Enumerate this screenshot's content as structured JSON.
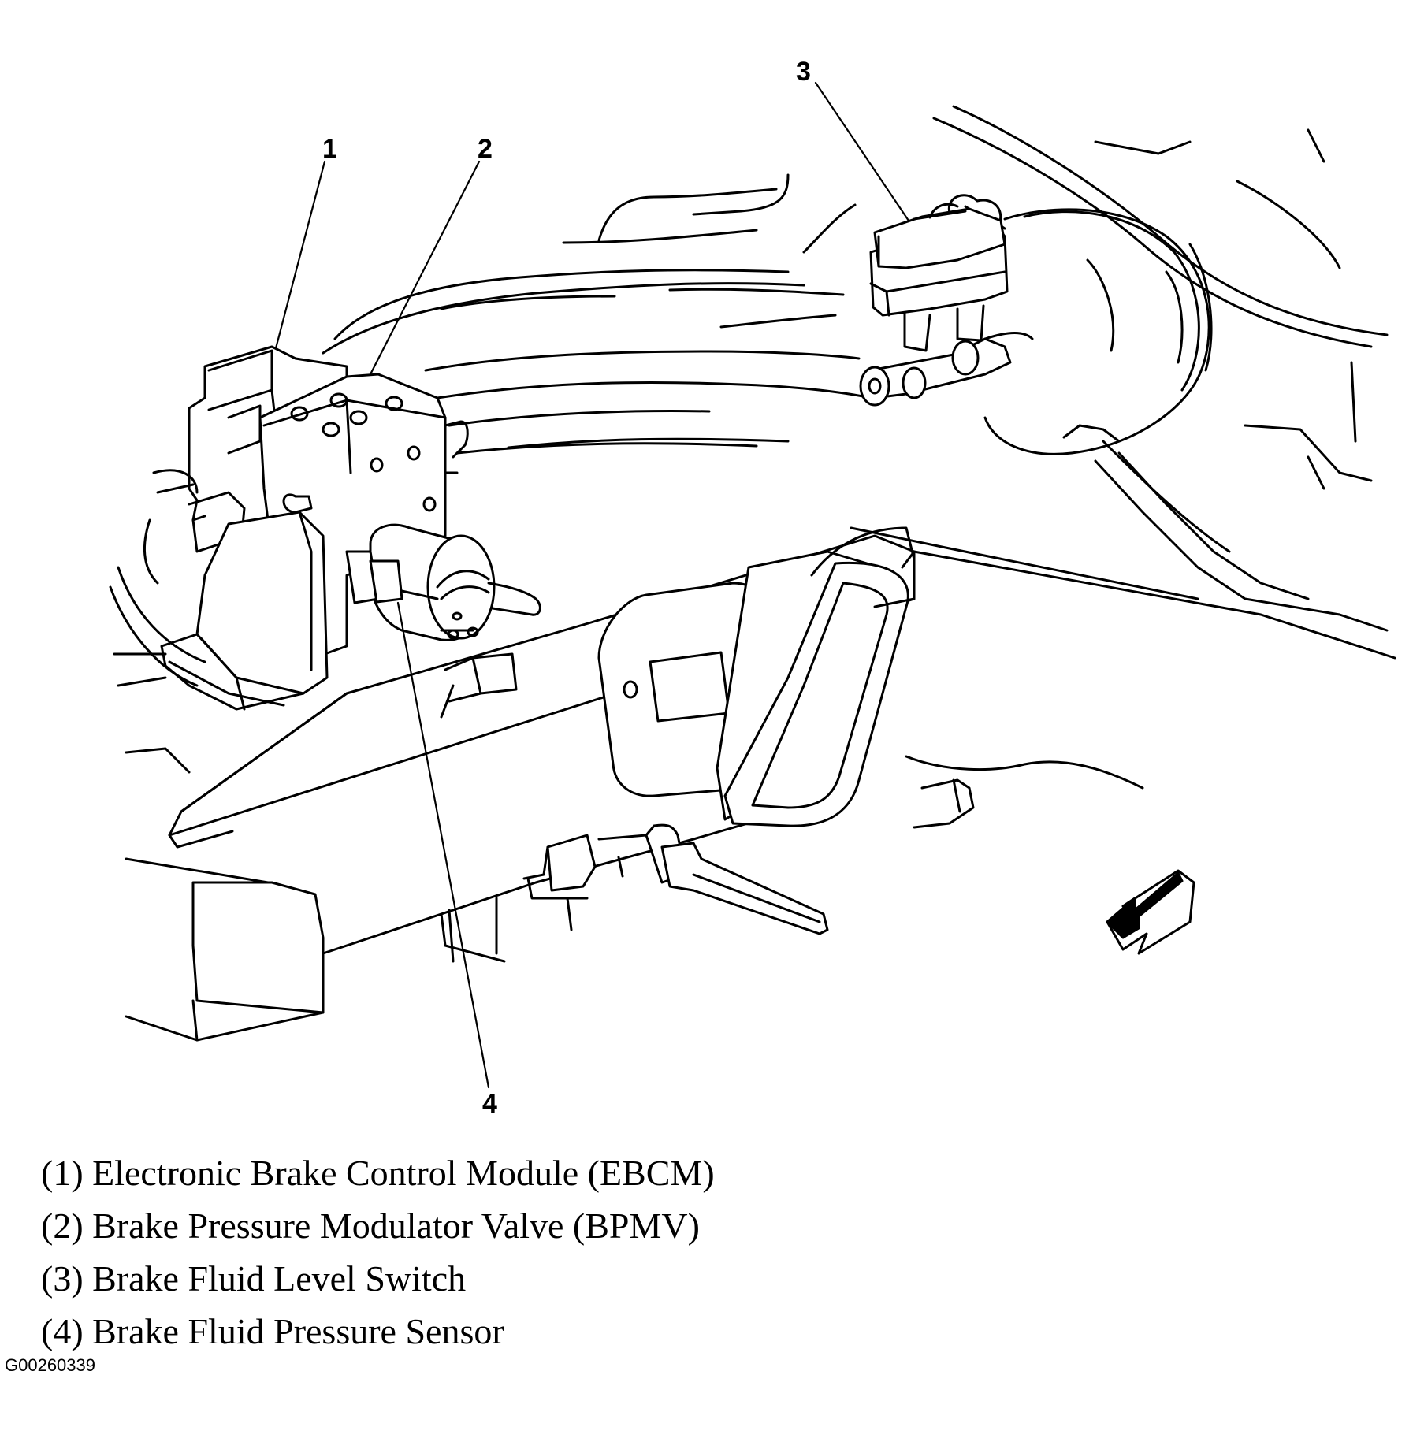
{
  "callouts": [
    {
      "number": "1"
    },
    {
      "number": "2"
    },
    {
      "number": "3"
    },
    {
      "number": "4"
    }
  ],
  "legend": [
    "(1) Electronic Brake Control Module (EBCM)",
    "(2) Brake Pressure Modulator Valve (BPMV)",
    "(3) Brake Fluid Level Switch",
    "(4) Brake Fluid Pressure Sensor"
  ],
  "figure_id": "G00260339"
}
